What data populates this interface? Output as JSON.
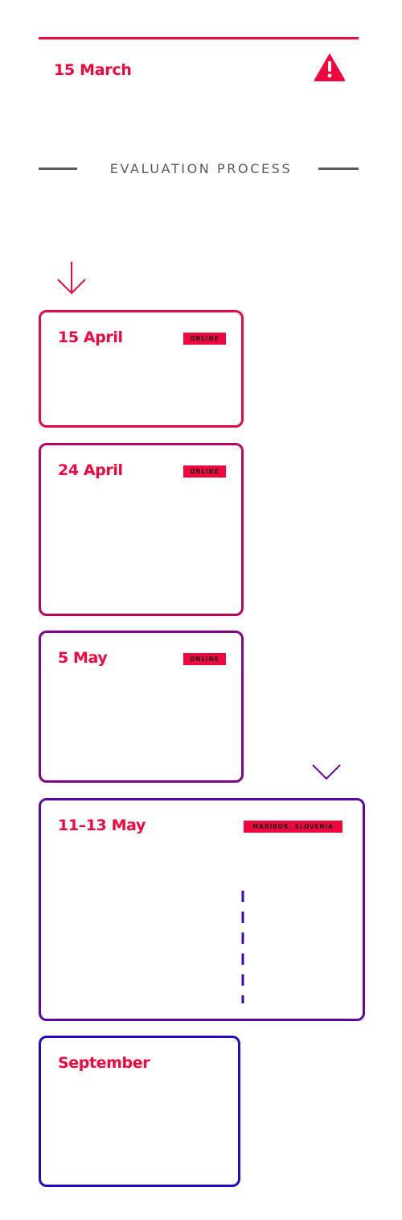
{
  "header": {
    "date": "15 March",
    "icon": "warning-icon"
  },
  "section": {
    "title": "EVALUATION PROCESS"
  },
  "colors": {
    "accent": "#f0073e",
    "gradient_start": "#e6074c",
    "gradient_end": "#1a08d4",
    "muted": "#5a5a5a"
  },
  "stages": [
    {
      "date": "15 April",
      "tag": "ONLINE"
    },
    {
      "date": "24 April",
      "tag": "ONLINE"
    },
    {
      "date": "5 May",
      "tag": "ONLINE"
    },
    {
      "date": "11–13 May",
      "tag": "MARIBOR, SLOVENIA"
    },
    {
      "date": "September",
      "tag": ""
    }
  ]
}
